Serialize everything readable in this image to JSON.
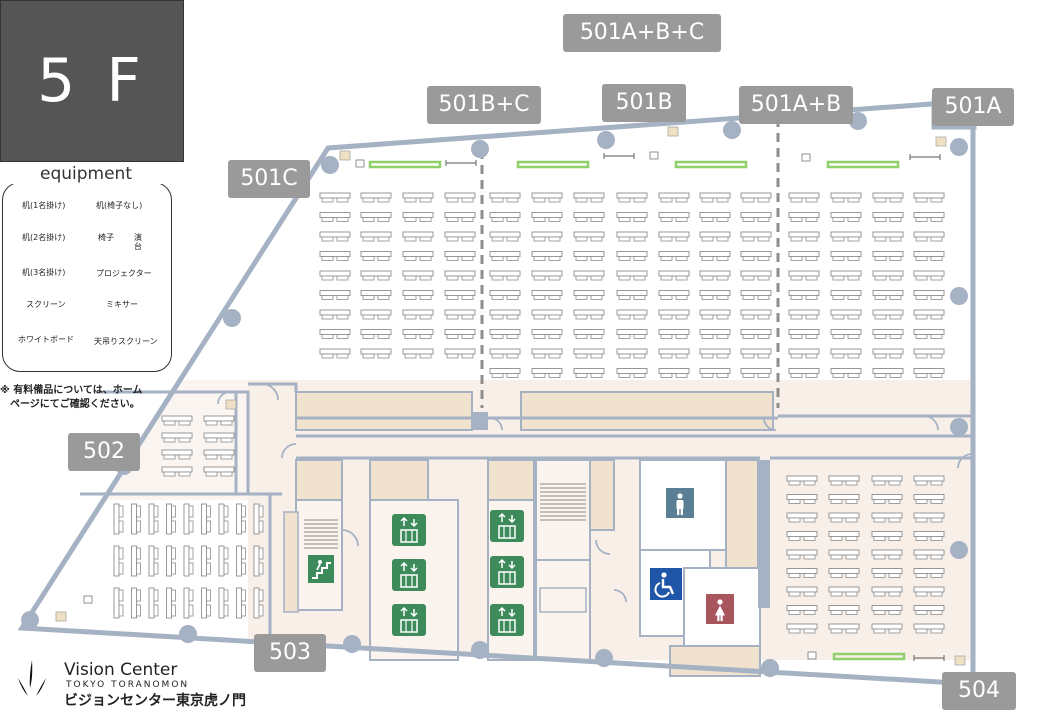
{
  "floor": "5 F",
  "rooms": {
    "r501abc": "501A+B+C",
    "r501bc": "501B+C",
    "r501b": "501B",
    "r501ab": "501A+B",
    "r501a": "501A",
    "r501c": "501C",
    "r502": "502",
    "r503": "503",
    "r504": "504"
  },
  "legend": {
    "title": "equipment",
    "desk1": "机(1名掛け)",
    "desk_no_chair": "机(椅子なし)",
    "desk2": "机(2名掛け)",
    "chair": "椅子",
    "podium_1": "演",
    "podium_2": "台",
    "desk3": "机(3名掛け)",
    "projector": "プロジェクター",
    "screen": "スクリーン",
    "mixer": "ミキサー",
    "whiteboard": "ホワイトボード",
    "ceiling_screen": "天吊りスクリーン"
  },
  "note_1": "※ 有料備品については、ホーム",
  "note_2": "ページにてご確認ください。",
  "logo": {
    "name": "Vision Center",
    "sub": "TOKYO TORANOMON",
    "jp": "ビジョンセンター東京虎ノ門"
  },
  "colors": {
    "wall": "#a5b2c3",
    "corridor": "#f8efe8",
    "core": "#f0e2cf",
    "room_label": "#9a9a9a",
    "toilet_male": "#5a7f95",
    "toilet_female": "#a8555e",
    "accessible": "#1f56a8",
    "exit": "#3d8a5a",
    "ceiling_screen": "#8fd06a"
  },
  "icons": [
    "male-toilet-icon",
    "female-toilet-icon",
    "accessible-toilet-icon",
    "elevator-icon",
    "stairs-icon"
  ]
}
